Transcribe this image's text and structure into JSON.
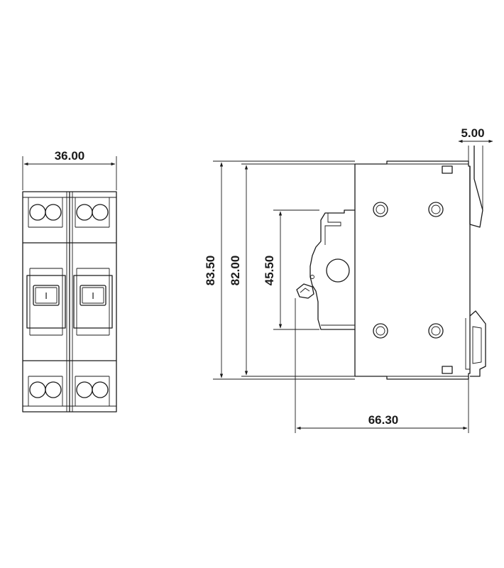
{
  "dimensions": {
    "front_width": "36.00",
    "side_height_total": "83.50",
    "side_height_body": "82.00",
    "side_height_front": "45.50",
    "side_depth": "66.30",
    "rail_clip": "5.00"
  },
  "toggle_marks": [
    "I",
    "I"
  ],
  "colors": {
    "line": "#1a1a1a",
    "background": "#ffffff"
  }
}
